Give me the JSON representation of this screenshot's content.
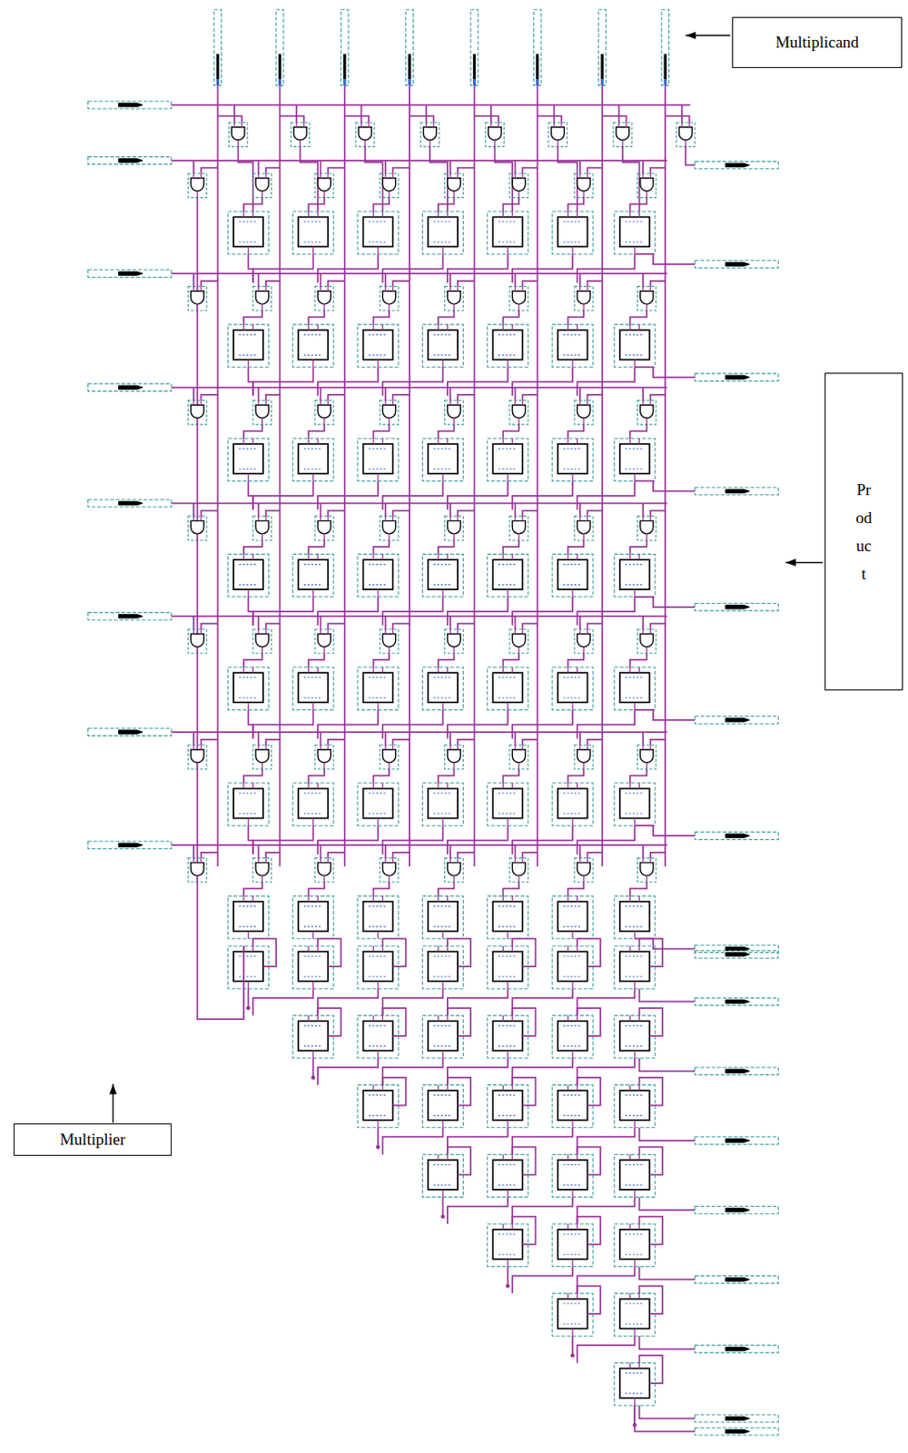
{
  "diagram": {
    "nodes": [
      {
        "text": [
          "Multiplicand"
        ]
      },
      {
        "text": [
          "Product"
        ]
      },
      {
        "text": [
          "Multiplier"
        ]
      }
    ]
  }
}
